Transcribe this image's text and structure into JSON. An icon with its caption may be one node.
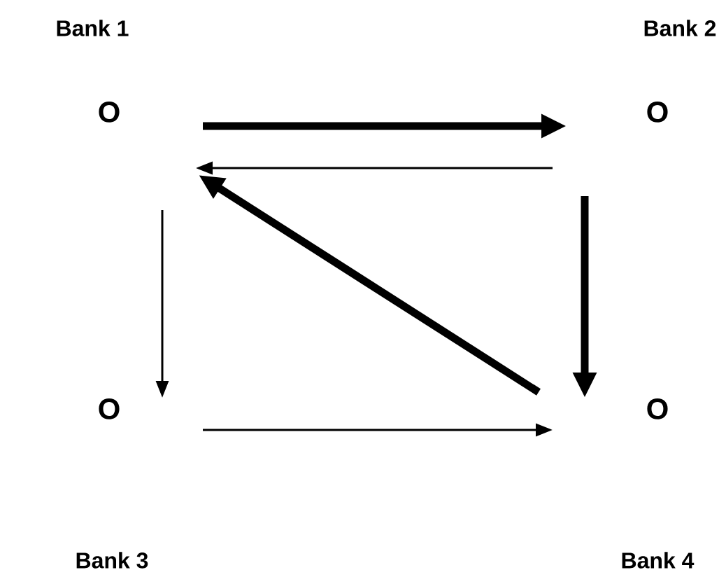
{
  "diagram": {
    "nodes": [
      {
        "text": [
          "O"
        ],
        "beside": [
          "Bank 1"
        ]
      },
      {
        "text": [
          "O"
        ],
        "beside": [
          "Bank 2"
        ]
      },
      {
        "text": [
          "O"
        ],
        "beside": [
          "Bank 3"
        ]
      },
      {
        "text": [
          "O"
        ],
        "beside": [
          "Bank 4"
        ]
      }
    ],
    "edges": [
      {
        "from": 0,
        "to": 1,
        "arrow": "to",
        "style": "thick"
      },
      {
        "from": 1,
        "to": 0,
        "arrow": "to"
      },
      {
        "from": 1,
        "to": 3,
        "arrow": "to",
        "style": "thick"
      },
      {
        "from": 3,
        "to": 0,
        "arrow": "to",
        "style": "thick"
      },
      {
        "from": 0,
        "to": 2,
        "arrow": "to"
      },
      {
        "from": 2,
        "to": 3,
        "arrow": "to"
      }
    ]
  }
}
